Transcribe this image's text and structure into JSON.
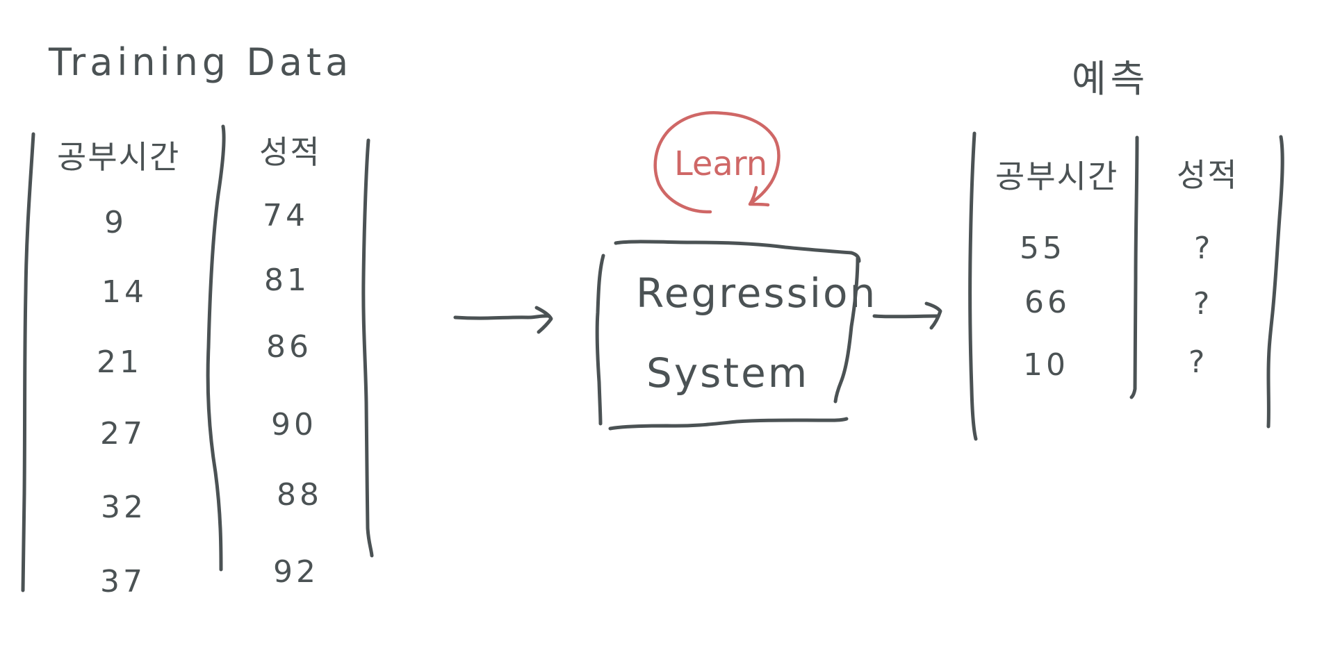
{
  "training": {
    "title": "Training Data",
    "headers": [
      "공부시간",
      "성적"
    ],
    "rows": [
      [
        "9",
        "74"
      ],
      [
        "14",
        "81"
      ],
      [
        "21",
        "86"
      ],
      [
        "27",
        "90"
      ],
      [
        "32",
        "88"
      ],
      [
        "37",
        "92"
      ]
    ]
  },
  "system": {
    "line1": "Regression",
    "line2": "System",
    "loop_label": "Learn"
  },
  "prediction": {
    "title": "예측",
    "headers": [
      "공부시간",
      "성적"
    ],
    "rows": [
      [
        "55",
        "?"
      ],
      [
        "66",
        "?"
      ],
      [
        "10",
        "?"
      ]
    ]
  },
  "colors": {
    "ink": "#4b5254",
    "learn": "#cf6766",
    "background": "#ffffff"
  }
}
